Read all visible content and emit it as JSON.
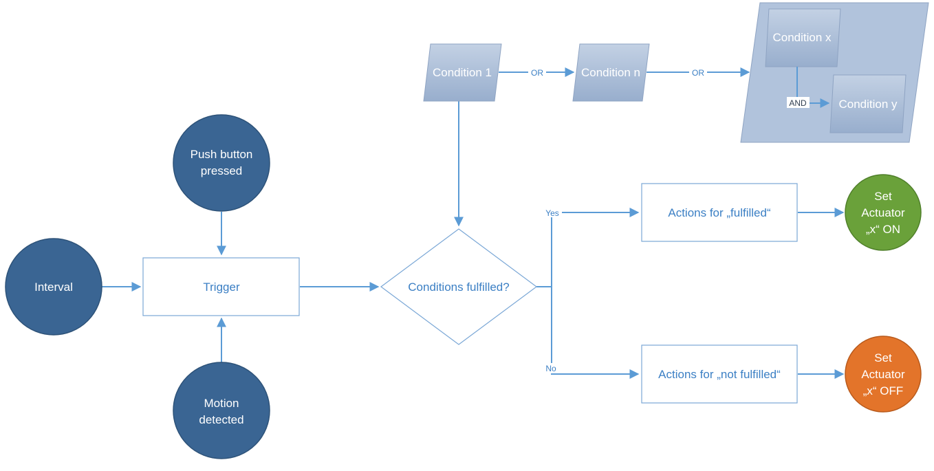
{
  "nodes": {
    "push_button": {
      "lines": [
        "Push button",
        "pressed"
      ]
    },
    "interval": {
      "lines": [
        "Interval"
      ]
    },
    "motion": {
      "lines": [
        "Motion",
        "detected"
      ]
    },
    "trigger": {
      "label": "Trigger"
    },
    "decision": {
      "label": "Conditions fulfilled?"
    },
    "condition_1": {
      "label": "Condition 1"
    },
    "condition_n": {
      "label": "Condition n"
    },
    "condition_x": {
      "label": "Condition x"
    },
    "condition_y": {
      "label": "Condition y"
    },
    "actions_fulfilled": {
      "label": "Actions for „fulfilled“"
    },
    "actions_not_fulfilled": {
      "label": "Actions for „not fulfilled“"
    },
    "actuator_on": {
      "lines": [
        "Set",
        "Actuator",
        "„x“ ON"
      ]
    },
    "actuator_off": {
      "lines": [
        "Set",
        "Actuator",
        "„x“ OFF"
      ]
    }
  },
  "edge_labels": {
    "or_1": "OR",
    "or_2": "OR",
    "and": "AND",
    "yes": "Yes",
    "no": "No"
  },
  "colors": {
    "event_circle": "#3a6593",
    "connector": "#5b9bd5",
    "process_border": "#7aa7d6",
    "condition_fill": "#a8bbd6",
    "condition_group_fill": "#b0c2dc",
    "actuator_on": "#6aa13a",
    "actuator_off": "#e3742a",
    "label_text": "#3b7fc4"
  }
}
